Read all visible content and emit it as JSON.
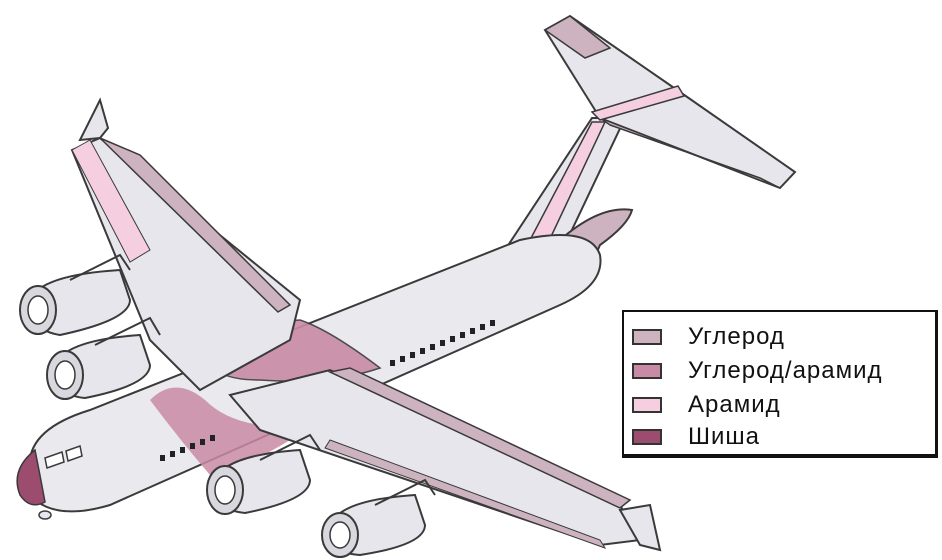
{
  "colors": {
    "carbon": "#cdb3bf",
    "carbon_aramid": "#c98aa5",
    "aramid": "#f5cfdf",
    "glass": "#9c4c6f",
    "fuselage": "#e9e9ee",
    "outline": "#3a3a3a"
  },
  "legend": {
    "items": [
      {
        "label": "Углерод",
        "color": "#cdb3bf"
      },
      {
        "label": "Углерод/арамид",
        "color": "#c98aa5"
      },
      {
        "label": "Арамид",
        "color": "#f5cfdf"
      },
      {
        "label": "Шиша",
        "color": "#9c4c6f"
      }
    ]
  }
}
